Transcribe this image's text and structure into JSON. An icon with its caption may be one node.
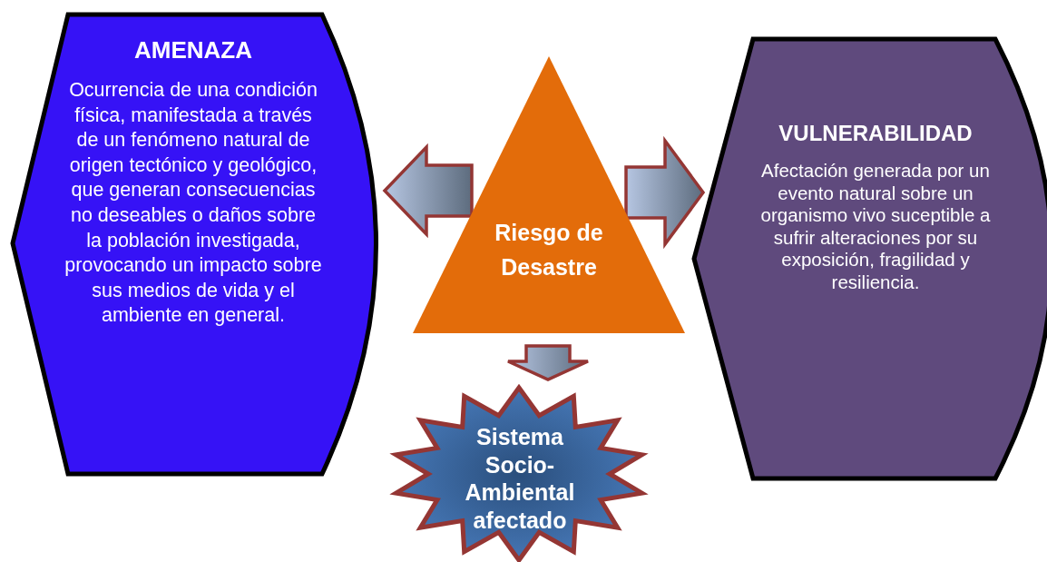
{
  "diagram": {
    "nodes": [
      {
        "text": [
          "AMENAZA",
          "Ocurrencia de una condición física, manifestada a través de un fenómeno natural de origen tectónico y geológico, que generan consecuencias no deseables o daños sobre la población investigada, provocando un impacto sobre sus medios de vida y el ambiente en general."
        ]
      },
      {
        "text": [
          "Riesgo de Desastre"
        ]
      },
      {
        "text": [
          "VULNERABILIDAD",
          "Afectación generada por un evento natural sobre un organismo vivo suceptible a sufrir alteraciones por su exposición, fragilidad y resiliencia."
        ]
      },
      {
        "text": [
          "Sistema Socio-Ambiental afectado"
        ]
      }
    ],
    "edges": [
      {
        "from": 1,
        "to": 0,
        "arrow": "to"
      },
      {
        "from": 1,
        "to": 2,
        "arrow": "to"
      },
      {
        "from": 1,
        "to": 3,
        "arrow": "to"
      }
    ]
  }
}
